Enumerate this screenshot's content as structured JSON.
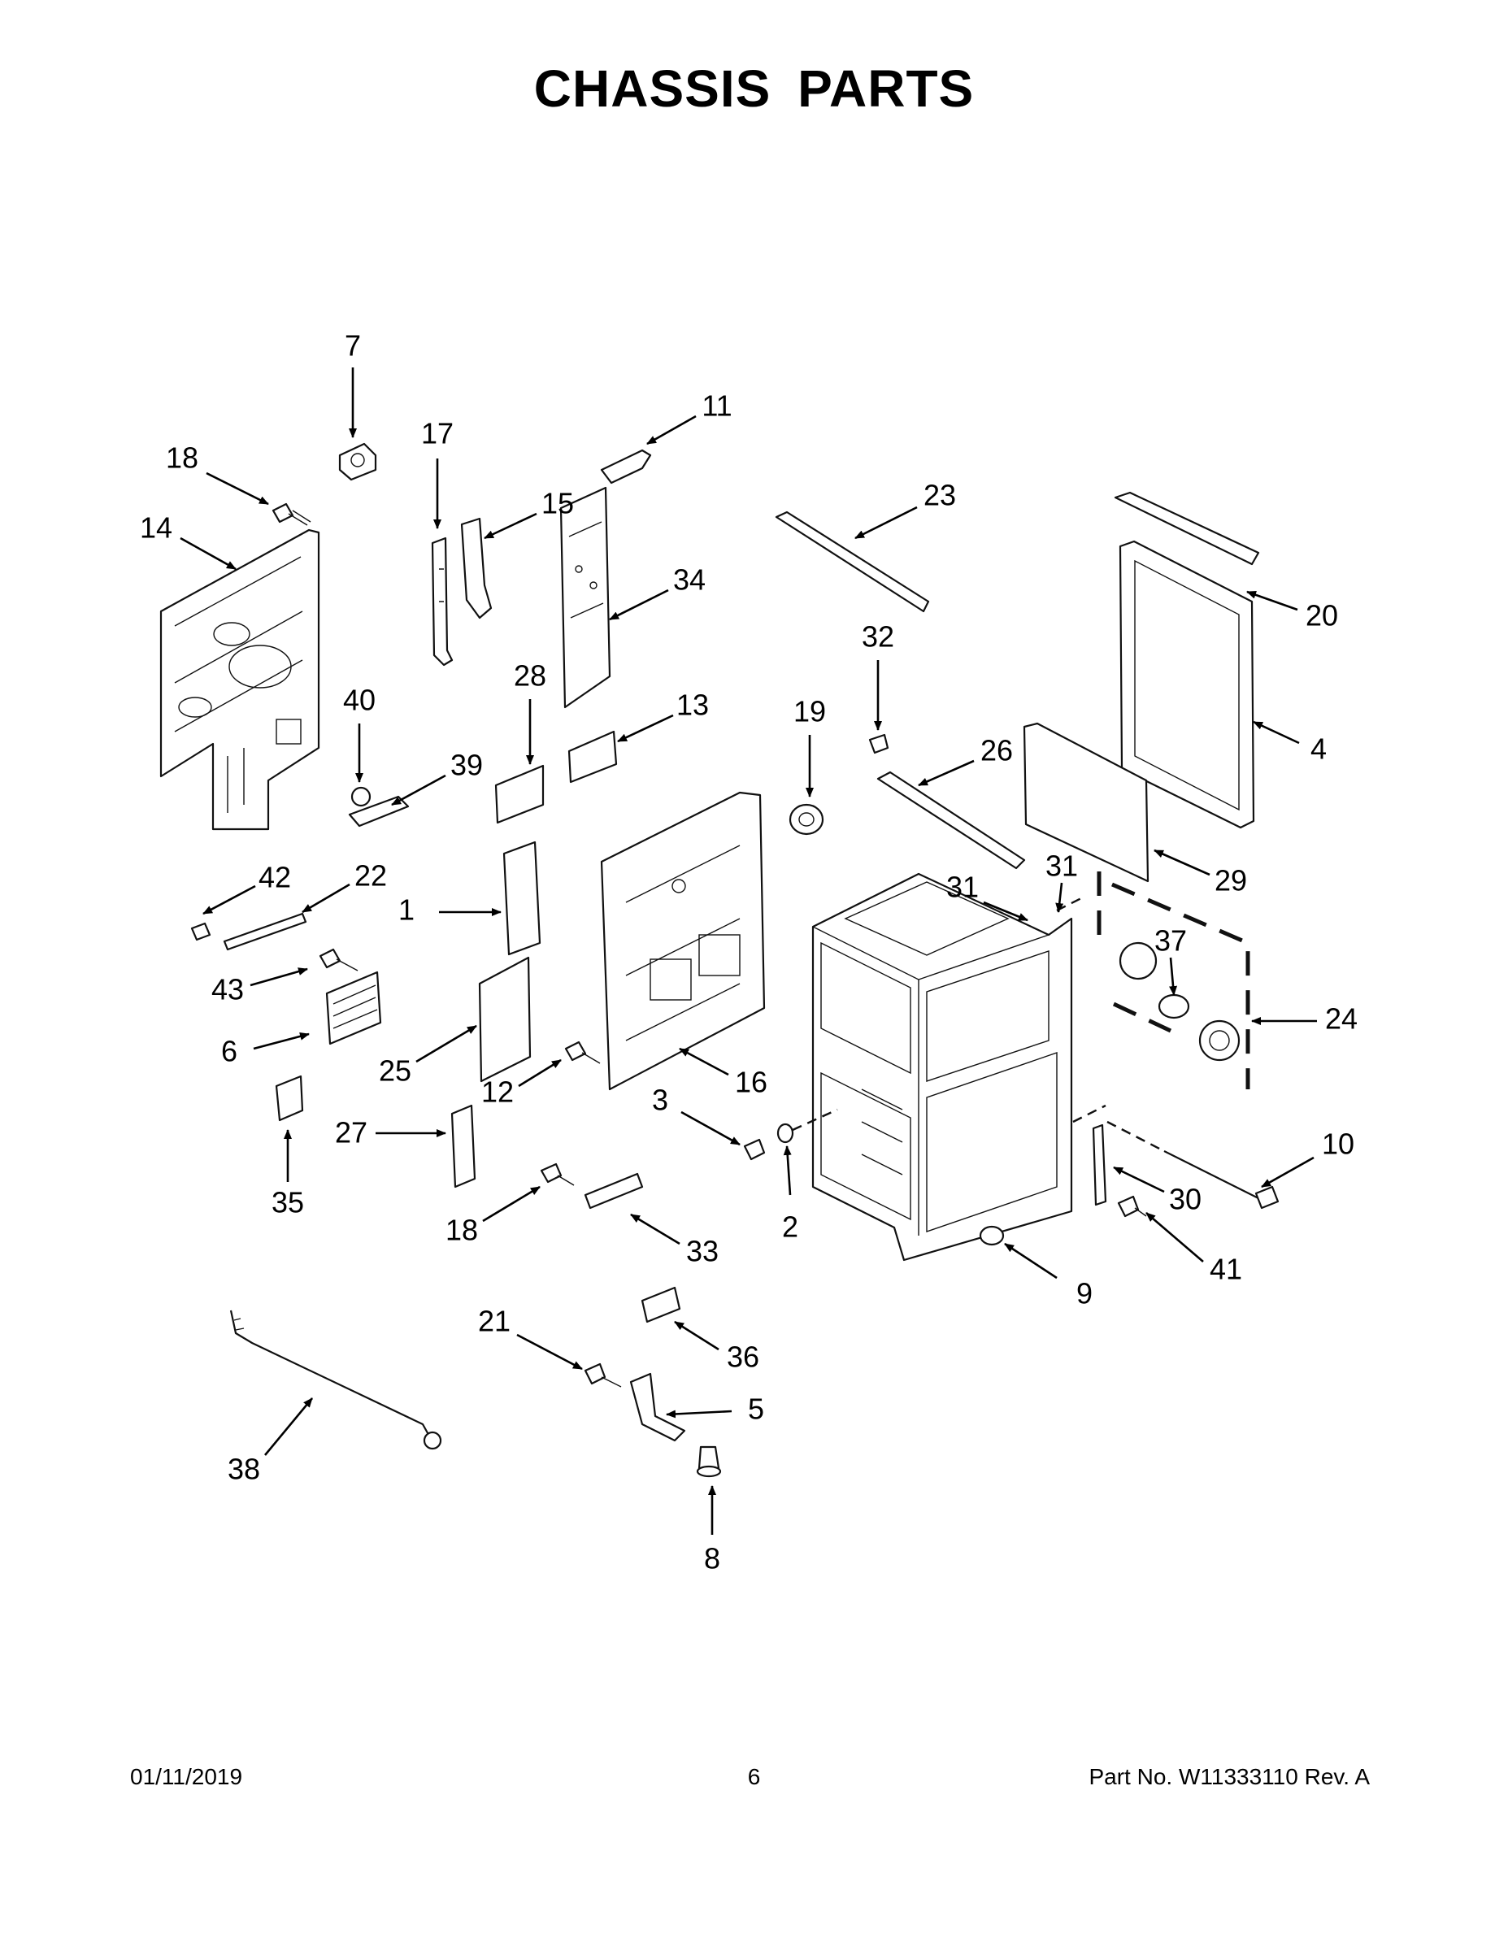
{
  "title": "CHASSIS PARTS",
  "footer": {
    "date": "01/11/2019",
    "page": "6",
    "part_number": "Part No.  W11333110  Rev.  A"
  },
  "callouts": [
    {
      "id": "1"
    },
    {
      "id": "2"
    },
    {
      "id": "3"
    },
    {
      "id": "4"
    },
    {
      "id": "5"
    },
    {
      "id": "6"
    },
    {
      "id": "7"
    },
    {
      "id": "8"
    },
    {
      "id": "9"
    },
    {
      "id": "10"
    },
    {
      "id": "11"
    },
    {
      "id": "12"
    },
    {
      "id": "13"
    },
    {
      "id": "14"
    },
    {
      "id": "15"
    },
    {
      "id": "16"
    },
    {
      "id": "17"
    },
    {
      "id": "18"
    },
    {
      "id": "18"
    },
    {
      "id": "19"
    },
    {
      "id": "20"
    },
    {
      "id": "21"
    },
    {
      "id": "22"
    },
    {
      "id": "23"
    },
    {
      "id": "24"
    },
    {
      "id": "25"
    },
    {
      "id": "26"
    },
    {
      "id": "27"
    },
    {
      "id": "28"
    },
    {
      "id": "29"
    },
    {
      "id": "30"
    },
    {
      "id": "31"
    },
    {
      "id": "31"
    },
    {
      "id": "32"
    },
    {
      "id": "33"
    },
    {
      "id": "34"
    },
    {
      "id": "35"
    },
    {
      "id": "36"
    },
    {
      "id": "37"
    },
    {
      "id": "38"
    },
    {
      "id": "39"
    },
    {
      "id": "40"
    },
    {
      "id": "41"
    },
    {
      "id": "42"
    },
    {
      "id": "43"
    }
  ]
}
